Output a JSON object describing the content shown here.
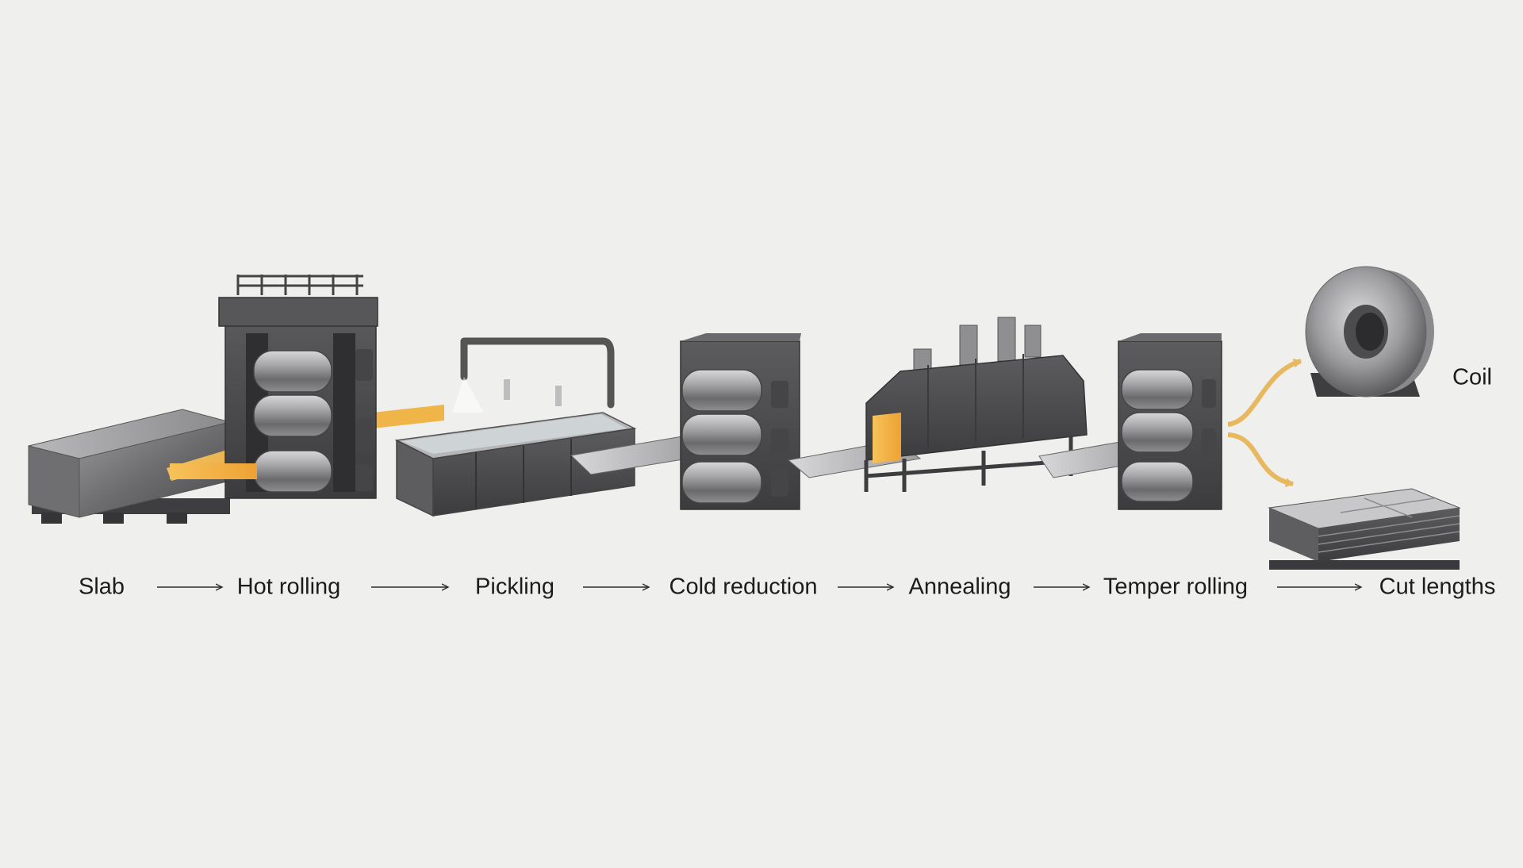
{
  "diagram": {
    "stages": [
      {
        "id": "slab",
        "label": "Slab"
      },
      {
        "id": "hot-rolling",
        "label": "Hot rolling"
      },
      {
        "id": "pickling",
        "label": "Pickling"
      },
      {
        "id": "cold-reduction",
        "label": "Cold reduction"
      },
      {
        "id": "annealing",
        "label": "Annealing"
      },
      {
        "id": "temper-rolling",
        "label": "Temper rolling"
      },
      {
        "id": "cut-lengths",
        "label": "Cut lengths"
      }
    ],
    "branch_outputs": [
      {
        "id": "coil",
        "label": "Coil"
      }
    ],
    "colors": {
      "background": "#efefed",
      "steel_dark": "#4a4a4c",
      "steel_mid": "#7d7d80",
      "steel_light": "#c4c4c6",
      "hot_strip": "#f2a93a",
      "flow_arrow": "#e7b860",
      "label_text": "#1c1c1c"
    }
  }
}
